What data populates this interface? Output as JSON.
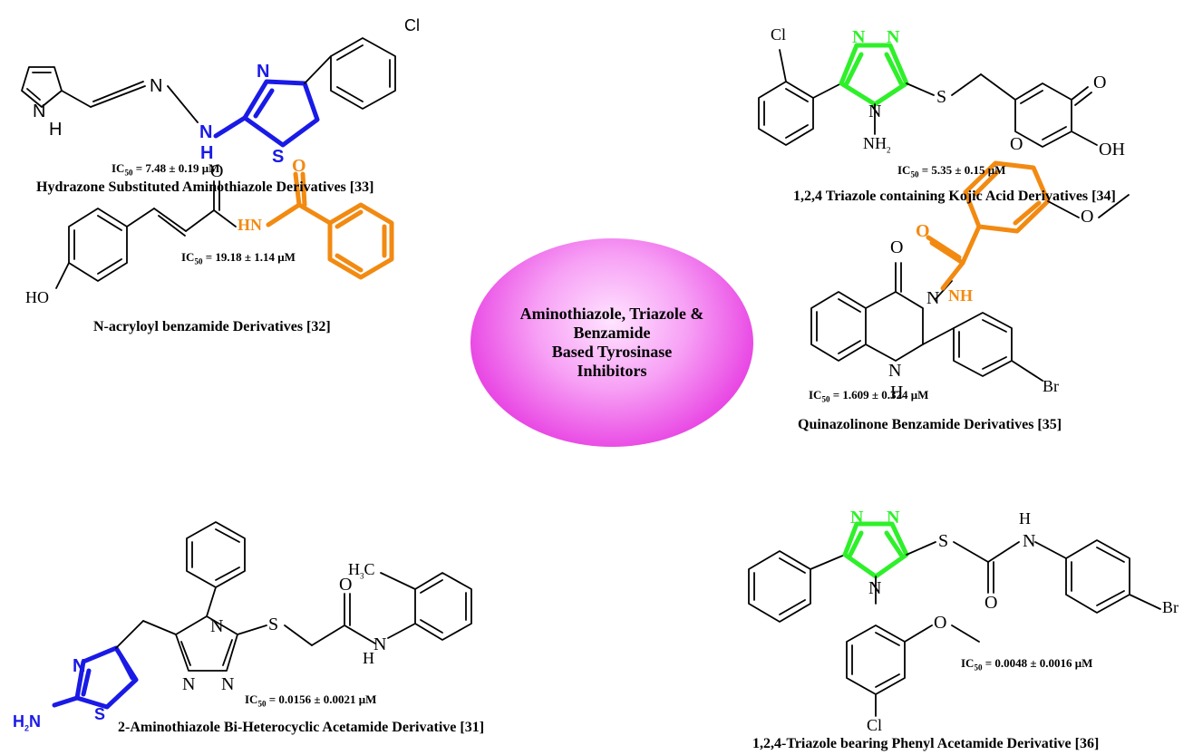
{
  "center": {
    "lines": [
      "Aminothiazole, Triazole &",
      "Benzamide",
      "Based Tyrosinase",
      "Inhibitors"
    ],
    "gradient_colors": [
      "#ffe4ff",
      "#e94ae4",
      "#cf1fc9"
    ]
  },
  "highlight_colors": {
    "aminothiazole": "#1a1ae6",
    "triazole": "#2ef02a",
    "benzamide": "#f28a12"
  },
  "compounds": [
    {
      "id": "c33",
      "ic50": "= 7.48 ± 0.19 μM",
      "caption": "Hydrazone Substituted Aminothiazole Derivatives [33]"
    },
    {
      "id": "c34",
      "ic50": "= 5.35 ± 0.15 μM",
      "caption": "1,2,4 Triazole containing Kojic Acid Derivatives [34]"
    },
    {
      "id": "c32",
      "ic50": "= 19.18 ± 1.14 μM",
      "caption": "N-acryloyl benzamide Derivatives [32]"
    },
    {
      "id": "c35",
      "ic50": "= 1.609 ± 0.324 μM",
      "caption": "Quinazolinone Benzamide Derivatives [35]"
    },
    {
      "id": "c31",
      "ic50": "= 0.0156 ± 0.0021 μM",
      "caption": "2-Aminothiazole Bi-Heterocyclic Acetamide Derivative [31]"
    },
    {
      "id": "c36",
      "ic50": "= 0.0048 ± 0.0016 μM",
      "caption": "1,2,4-Triazole bearing Phenyl Acetamide Derivative [36]"
    }
  ],
  "atoms": {
    "c33": {
      "cl": "Cl",
      "n_thz": "N",
      "s_thz": "S",
      "n_imine": "N",
      "nh_n": "N",
      "nh_h": "H",
      "pyr_n": "N",
      "pyr_h": "H"
    },
    "c34": {
      "cl": "Cl",
      "n1": "N",
      "n2": "N",
      "n4": "N",
      "nh2": "NH",
      "nh2_sub": "2",
      "s": "S",
      "o_ring": "O",
      "o_ketone": "O",
      "oh": "OH"
    },
    "c32": {
      "o_top": "O",
      "o_amide": "O",
      "hn": "HN",
      "ho": "HO"
    },
    "c35": {
      "o_ring": "O",
      "o_amide": "O",
      "nh": "NH",
      "n3": "N",
      "n1": "N",
      "h1": "H",
      "o_me": "O",
      "br": "Br"
    },
    "c31": {
      "n_thz": "N",
      "s_thz": "S",
      "h2n": "H",
      "h2n_sub": "2",
      "h2n_n": "N",
      "n4": "N",
      "n1": "N",
      "n2": "N",
      "s": "S",
      "o": "O",
      "nh_n": "N",
      "nh_h": "H",
      "h3c": "H",
      "h3c_sub": "3",
      "h3c_c": "C"
    },
    "c36": {
      "n1": "N",
      "n2": "N",
      "n4": "N",
      "s": "S",
      "o_amide": "O",
      "nh_n": "N",
      "nh_h": "H",
      "o_me": "O",
      "br": "Br",
      "cl": "Cl"
    }
  }
}
